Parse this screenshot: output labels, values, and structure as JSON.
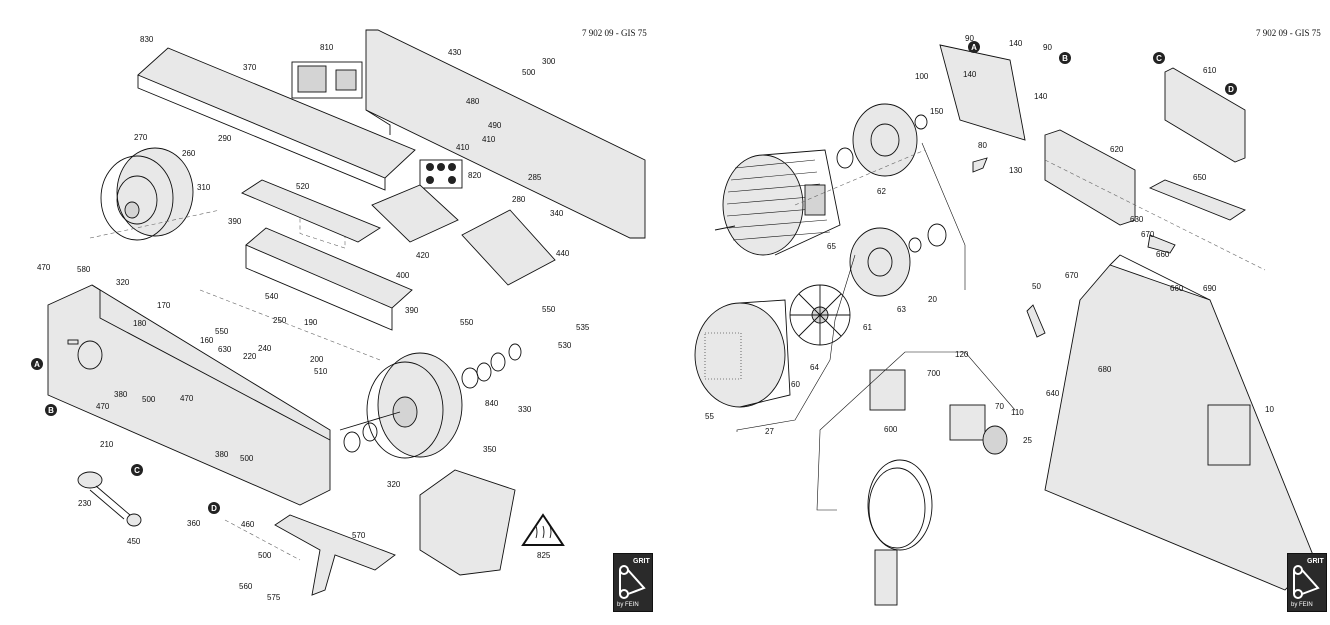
{
  "sheets": [
    {
      "doc_number": "7 902 09 - GIS 75",
      "part_labels": [
        "830",
        "810",
        "370",
        "430",
        "500",
        "300",
        "480",
        "490",
        "410",
        "410",
        "270",
        "290",
        "260",
        "310",
        "820",
        "285",
        "280",
        "340",
        "520",
        "440",
        "390",
        "420",
        "400",
        "470",
        "580",
        "320",
        "170",
        "180",
        "540",
        "550",
        "390",
        "550",
        "550",
        "535",
        "530",
        "250",
        "190",
        "160",
        "630",
        "240",
        "200",
        "220",
        "510",
        "A",
        "B",
        "380",
        "500",
        "470",
        "470",
        "840",
        "330",
        "210",
        "C",
        "380",
        "500",
        "350",
        "230",
        "320",
        "D",
        "360",
        "460",
        "500",
        "825",
        "450",
        "570",
        "560",
        "575"
      ],
      "callout_letters": [
        "A",
        "B",
        "C",
        "D"
      ],
      "logo": {
        "brand": "GRIT",
        "byline": "by FEIN"
      }
    },
    {
      "doc_number": "7 902 09 - GIS 75",
      "part_labels": [
        "90",
        "140",
        "90",
        "A",
        "B",
        "140",
        "100",
        "140",
        "150",
        "C",
        "610",
        "D",
        "620",
        "62",
        "80",
        "130",
        "650",
        "65",
        "630",
        "670",
        "660",
        "670",
        "660",
        "690",
        "50",
        "55",
        "60",
        "64",
        "61",
        "63",
        "20",
        "120",
        "700",
        "680",
        "640",
        "10",
        "27",
        "600",
        "70",
        "110",
        "25"
      ],
      "callout_letters": [
        "A",
        "B",
        "C",
        "D"
      ],
      "logo": {
        "brand": "GRIT",
        "byline": "by FEIN"
      }
    }
  ]
}
